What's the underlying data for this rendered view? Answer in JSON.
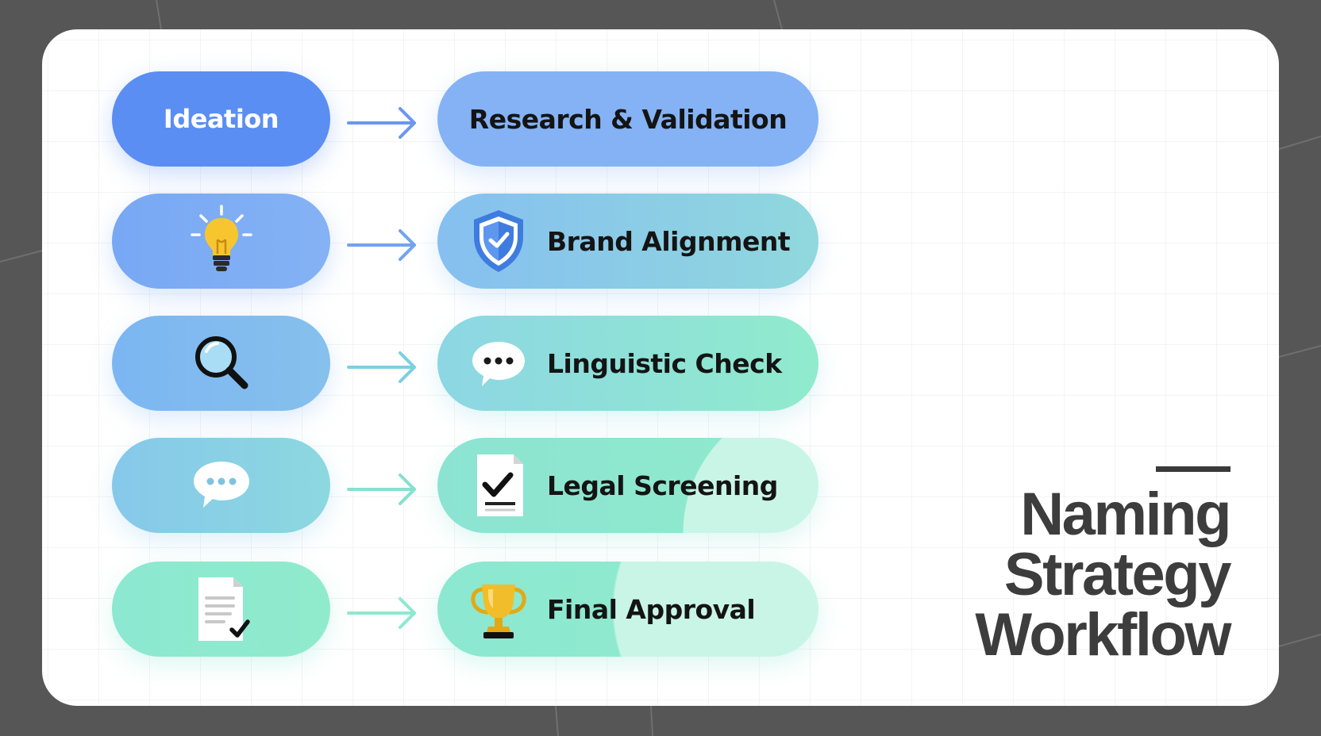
{
  "title": {
    "line1": "Naming",
    "line2": "Strategy",
    "line3": "Workflow"
  },
  "header_row": {
    "left": "Ideation",
    "right": "Research & Validation"
  },
  "rows": [
    {
      "left_icon": "lightbulb-icon",
      "right_icon": "shield-check-icon",
      "label": "Brand Alignment"
    },
    {
      "left_icon": "magnifier-icon",
      "right_icon": "speech-bubble-icon",
      "label": "Linguistic Check"
    },
    {
      "left_icon": "speech-bubble-icon",
      "right_icon": "checklist-document-icon",
      "label": "Legal Screening"
    },
    {
      "left_icon": "document-check-icon",
      "right_icon": "trophy-icon",
      "label": "Final Approval"
    }
  ],
  "colors": {
    "background": "#565656",
    "card": "#ffffff",
    "ideation_pill": "#5b8ef2",
    "blue_pill": "#84b2f4",
    "mint_pill": "#90ebcc",
    "title_text": "#3d3d3d"
  }
}
